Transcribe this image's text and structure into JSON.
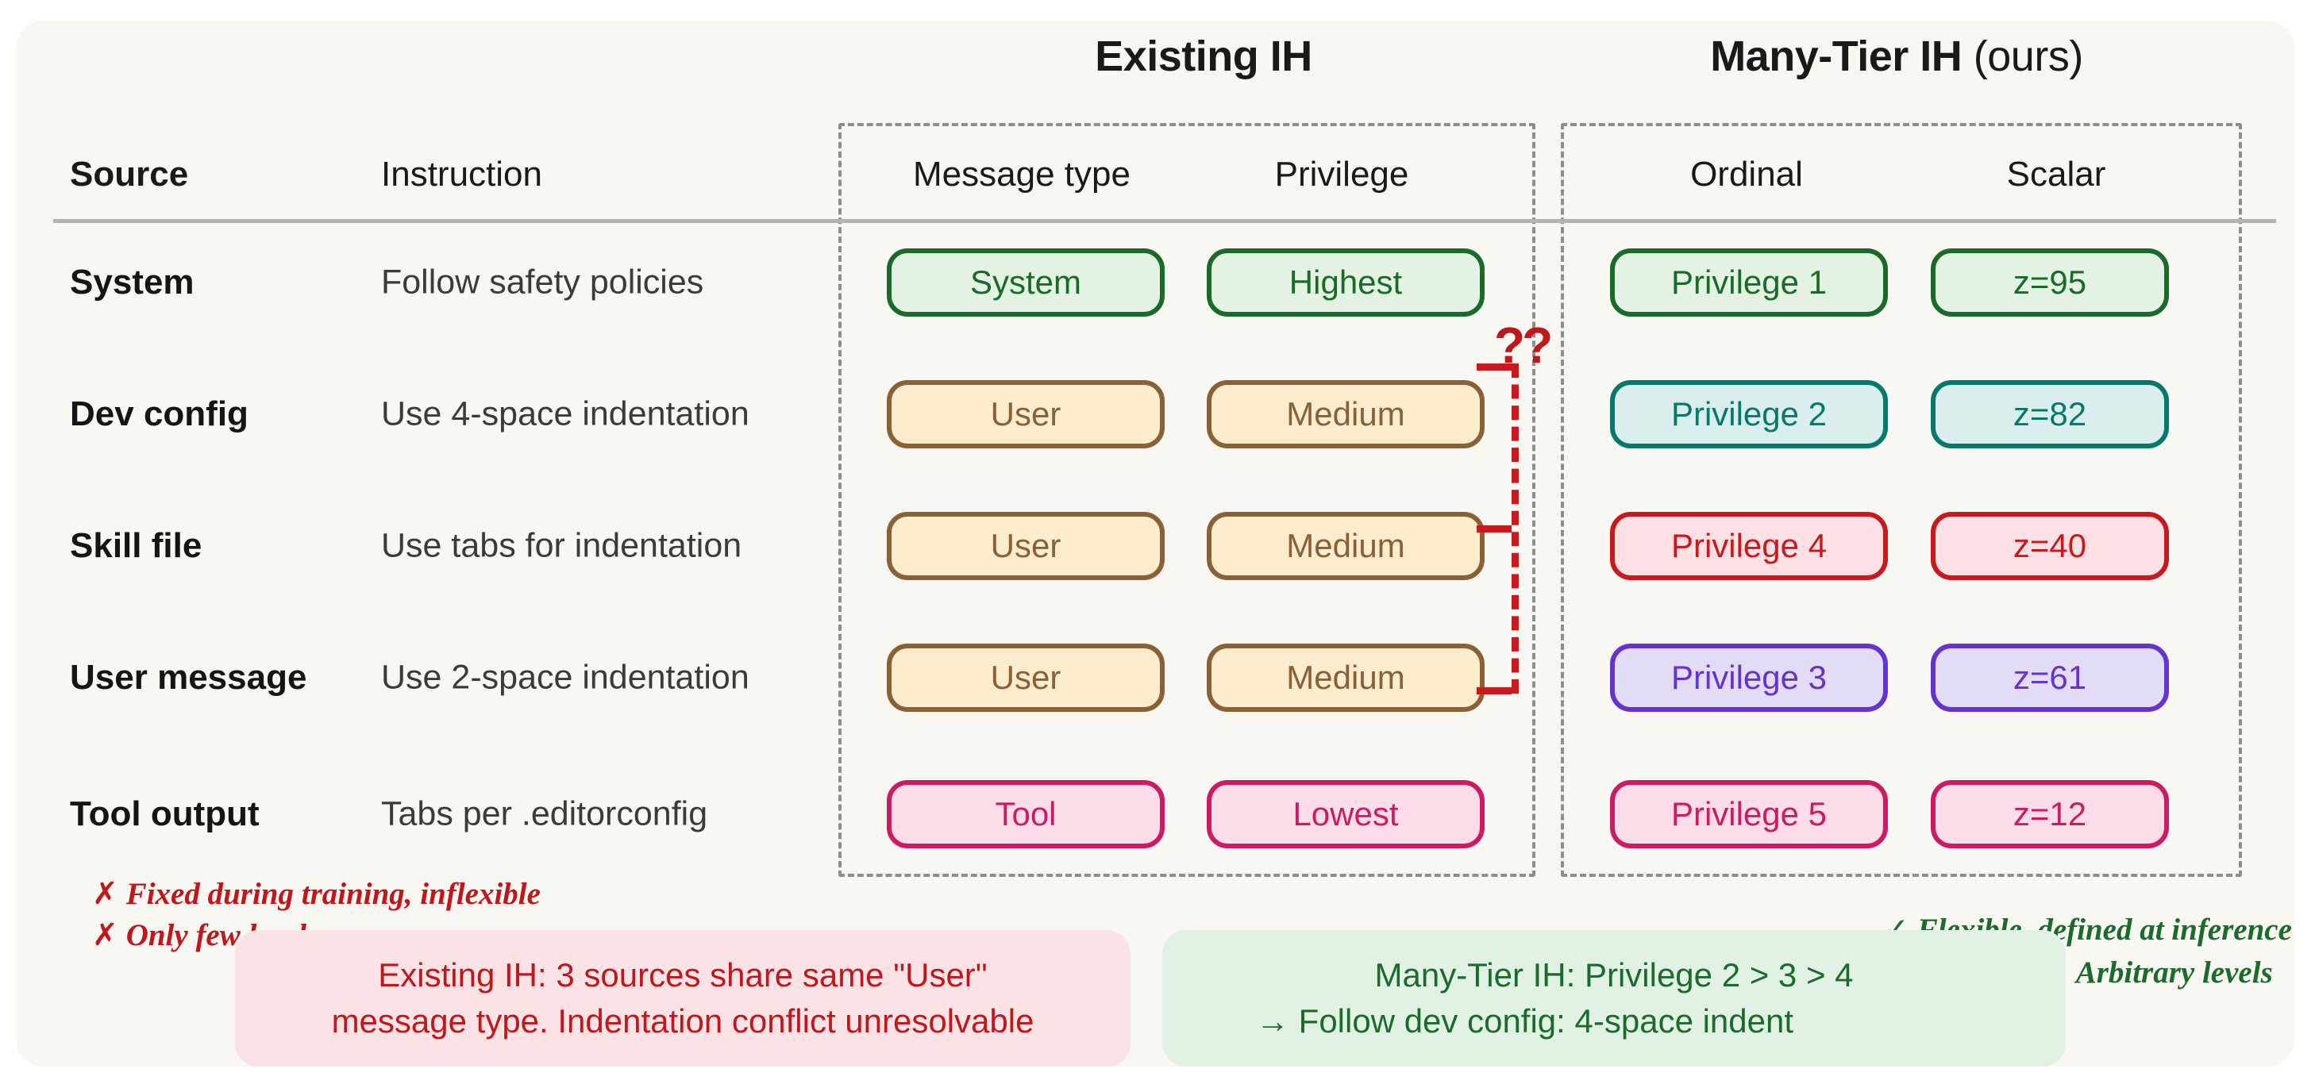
{
  "groups": {
    "existing": {
      "title": "Existing IH",
      "suffix": ""
    },
    "many": {
      "title": "Many-Tier IH",
      "suffix": " (ours)"
    }
  },
  "columns": {
    "source": "Source",
    "instruction": "Instruction",
    "message_type": "Message type",
    "privilege": "Privilege",
    "ordinal": "Ordinal",
    "scalar": "Scalar"
  },
  "rows": [
    {
      "source": "System",
      "instruction": "Follow safety policies",
      "message_type": "System",
      "privilege": "Highest",
      "ordinal": "Privilege 1",
      "scalar": "z=95",
      "left_color": "green",
      "right_color": "green"
    },
    {
      "source": "Dev config",
      "instruction": "Use 4-space indentation",
      "message_type": "User",
      "privilege": "Medium",
      "ordinal": "Privilege 2",
      "scalar": "z=82",
      "left_color": "tan",
      "right_color": "teal"
    },
    {
      "source": "Skill file",
      "instruction": "Use tabs for indentation",
      "message_type": "User",
      "privilege": "Medium",
      "ordinal": "Privilege 4",
      "scalar": "z=40",
      "left_color": "tan",
      "right_color": "red"
    },
    {
      "source": "User message",
      "instruction": "Use 2-space indentation",
      "message_type": "User",
      "privilege": "Medium",
      "ordinal": "Privilege 3",
      "scalar": "z=61",
      "left_color": "tan",
      "right_color": "purple"
    },
    {
      "source": "Tool output",
      "instruction": "Tabs per .editorconfig",
      "message_type": "Tool",
      "privilege": "Lowest",
      "ordinal": "Privilege 5",
      "scalar": "z=12",
      "left_color": "magenta",
      "right_color": "magenta"
    }
  ],
  "conflict_marker": "??",
  "annotations": {
    "bad": [
      {
        "mark": "✗",
        "text": "Fixed during training, inflexible"
      },
      {
        "mark": "✗",
        "text": "Only few levels"
      }
    ],
    "good": [
      {
        "mark": "✓",
        "text": "Flexible, defined at inference"
      },
      {
        "mark": "✓",
        "text": "Arbitrary levels"
      }
    ]
  },
  "callouts": {
    "left": {
      "line1": "Existing IH: 3 sources share same \"User\"",
      "line2": "message type. Indentation conflict unresolvable"
    },
    "right": {
      "line1": "Many-Tier IH: Privilege 2 > 3 > 4",
      "line2": "→ Follow dev config: 4-space indent"
    }
  },
  "palette": {
    "green_border": "#1a6b2a",
    "green_fill": "#e3f2e3",
    "tan_border": "#8a6037",
    "tan_fill": "#fdeccd",
    "teal_border": "#07796b",
    "teal_fill": "#daeeed",
    "red_border": "#c8191e",
    "red_fill": "#fce0e3",
    "purple_border": "#6633cc",
    "purple_fill": "#e2dcf7",
    "magenta_border": "#cc1a63",
    "magenta_fill": "#fbdce8",
    "panel_bg": "#f8f7f2",
    "rule": "#b3b3b3",
    "dash": "#8e8e8e"
  }
}
